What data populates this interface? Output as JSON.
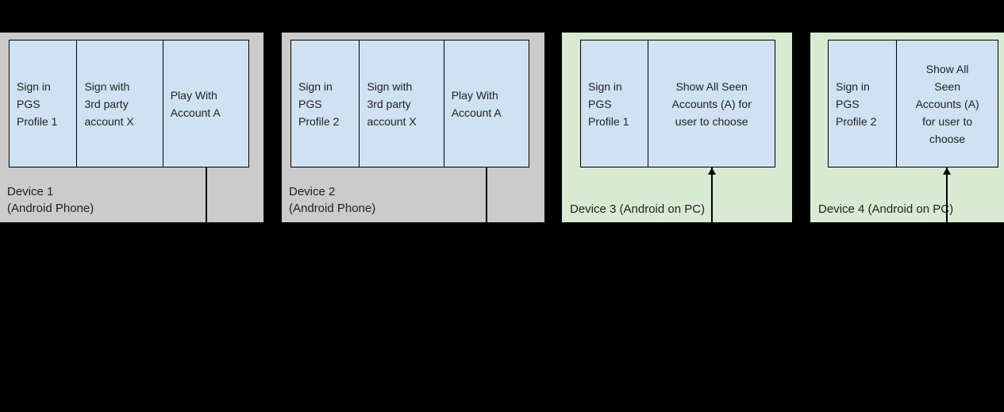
{
  "colors": {
    "background": "#000000",
    "phone_card": "#cbcbcb",
    "pc_card": "#d9ead3",
    "step_box": "#cfe2f3",
    "border": "#000000",
    "text": "#1f1f1f"
  },
  "devices": [
    {
      "label": "Device 1\n(Android Phone)",
      "connector": "line-down",
      "boxes": [
        "Sign in\nPGS\nProfile 1",
        "Sign with\n3rd party\naccount X",
        "Play With\nAccount A"
      ]
    },
    {
      "label": "Device 2\n(Android Phone)",
      "connector": "line-down",
      "boxes": [
        "Sign in\nPGS\nProfile 2",
        "Sign with\n3rd party\naccount X",
        "Play With\nAccount A"
      ]
    },
    {
      "label": "Device 3 (Android on PC)",
      "connector": "arrow-up",
      "boxes": [
        "Sign in\nPGS\nProfile 1",
        "Show All Seen\nAccounts (A) for\nuser to choose"
      ]
    },
    {
      "label": "Device 4 (Android on PC)",
      "connector": "arrow-up",
      "boxes": [
        "Sign in\nPGS\nProfile 2",
        "Show All\nSeen\nAccounts (A)\nfor user to\nchoose"
      ]
    }
  ]
}
